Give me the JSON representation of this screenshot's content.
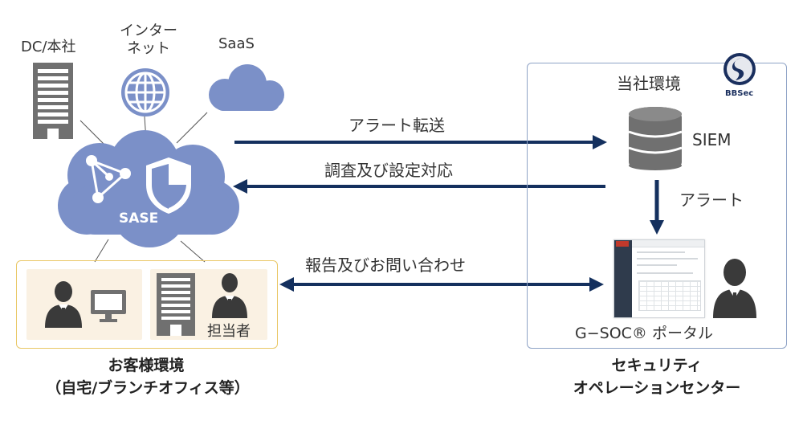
{
  "sources": {
    "dc_label": "DC/本社",
    "internet_label_line1": "インター",
    "internet_label_line2": "ネット",
    "saas_label": "SaaS"
  },
  "sase": {
    "label": "SASE"
  },
  "arrows": {
    "alert_forward": "アラート転送",
    "investigate": "調査及び設定対応",
    "report": "報告及びお問い合わせ",
    "alert": "アラート"
  },
  "soc": {
    "env_label": "当社環境",
    "logo_text": "BBSec",
    "siem_label": "SIEM",
    "portal_label": "G−SOC® ポータル",
    "title_line1": "セキュリティ",
    "title_line2": "オペレーションセンター"
  },
  "customer": {
    "person_label": "担当者",
    "title_line1": "お客様環境",
    "title_line2": "（自宅/ブランチオフィス等）"
  },
  "colors": {
    "navy": "#14305e",
    "cloud": "#7b90c8",
    "icon_gray": "#707070",
    "dark_gray": "#3a3a3a",
    "soc_border": "#8fa3c6",
    "customer_border": "#e9c765",
    "panel_bg": "#faf1e3"
  }
}
